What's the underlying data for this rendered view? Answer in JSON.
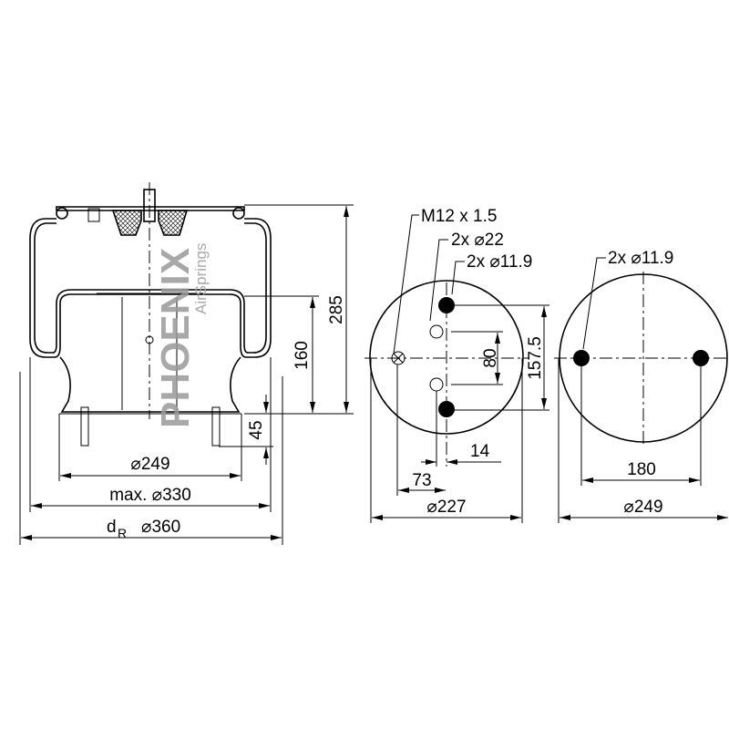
{
  "logo": {
    "brand": "PHOENIX",
    "tagline": "AirSprings"
  },
  "side_view": {
    "height_total": "285",
    "height_piston": "160",
    "bottom_height": "45",
    "dia_piston": "⌀249",
    "max_dia": "max. ⌀330",
    "dr_prefix": "d",
    "dr_sub": "R",
    "dr_value": "⌀360"
  },
  "top_plate_view": {
    "thread_label": "M12 x 1.5",
    "holes_22_label": "2x ⌀22",
    "holes_119_label": "2x ⌀11.9",
    "spacing_80": "80",
    "spacing_157": "157.5",
    "offset_14": "14",
    "offset_73": "73",
    "diameter": "⌀227"
  },
  "bottom_plate_view": {
    "holes_label": "2x ⌀11.9",
    "spacing": "180",
    "diameter": "⌀249"
  }
}
